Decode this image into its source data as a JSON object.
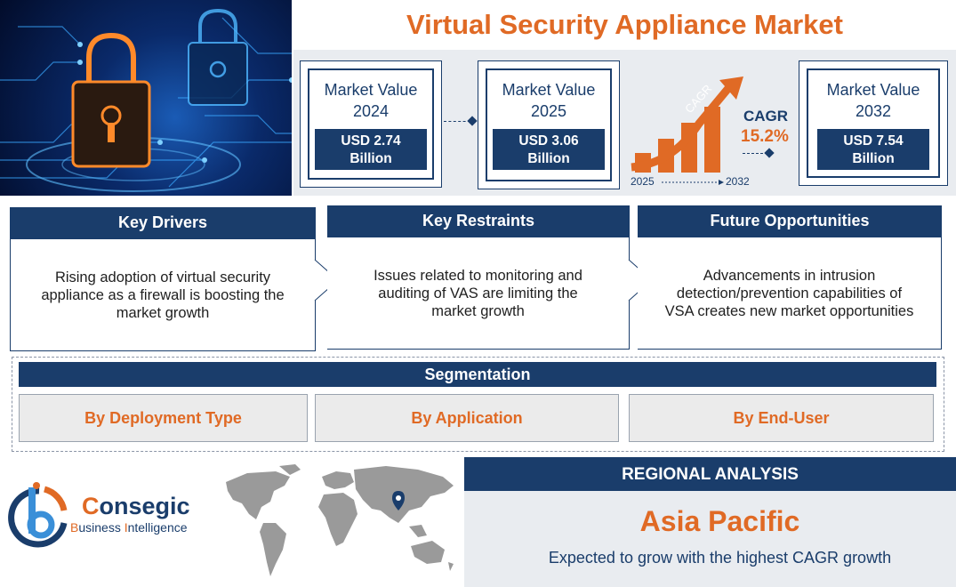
{
  "title": "Virtual Security Appliance Market",
  "market_values": [
    {
      "label": "Market Value",
      "year": "2024",
      "value": "USD 2.74",
      "unit": "Billion"
    },
    {
      "label": "Market Value",
      "year": "2025",
      "value": "USD 3.06",
      "unit": "Billion"
    },
    {
      "label": "Market Value",
      "year": "2032",
      "value": "USD 7.54",
      "unit": "Billion"
    }
  ],
  "cagr": {
    "label": "CAGR",
    "arrow_label": "CAGR",
    "value": "15.2%",
    "start_year": "2025",
    "end_year": "2032"
  },
  "key_cards": [
    {
      "title": "Key Drivers",
      "text": "Rising adoption of virtual security appliance as a firewall is boosting the market growth"
    },
    {
      "title": "Key Restraints",
      "text": "Issues related to monitoring and auditing of VAS are limiting the market growth"
    },
    {
      "title": "Future Opportunities",
      "text": "Advancements in intrusion detection/prevention capabilities of VSA creates new market opportunities"
    }
  ],
  "segmentation": {
    "title": "Segmentation",
    "items": [
      "By Deployment Type",
      "By Application",
      "By End-User"
    ]
  },
  "logo": {
    "name_first": "C",
    "name_rest": "onsegic",
    "sub_b": "B",
    "sub_1": "usiness ",
    "sub_i": "I",
    "sub_2": "ntelligence"
  },
  "regional": {
    "title": "REGIONAL ANALYSIS",
    "region": "Asia Pacific",
    "note": "Expected to grow with the highest CAGR growth"
  },
  "colors": {
    "navy": "#1a3d6b",
    "orange": "#e06a25",
    "panel": "#e9ecf0"
  },
  "icons": [
    "padlock-icon",
    "bar-growth-icon",
    "world-map-icon",
    "location-pin-icon",
    "logo-b-icon"
  ]
}
